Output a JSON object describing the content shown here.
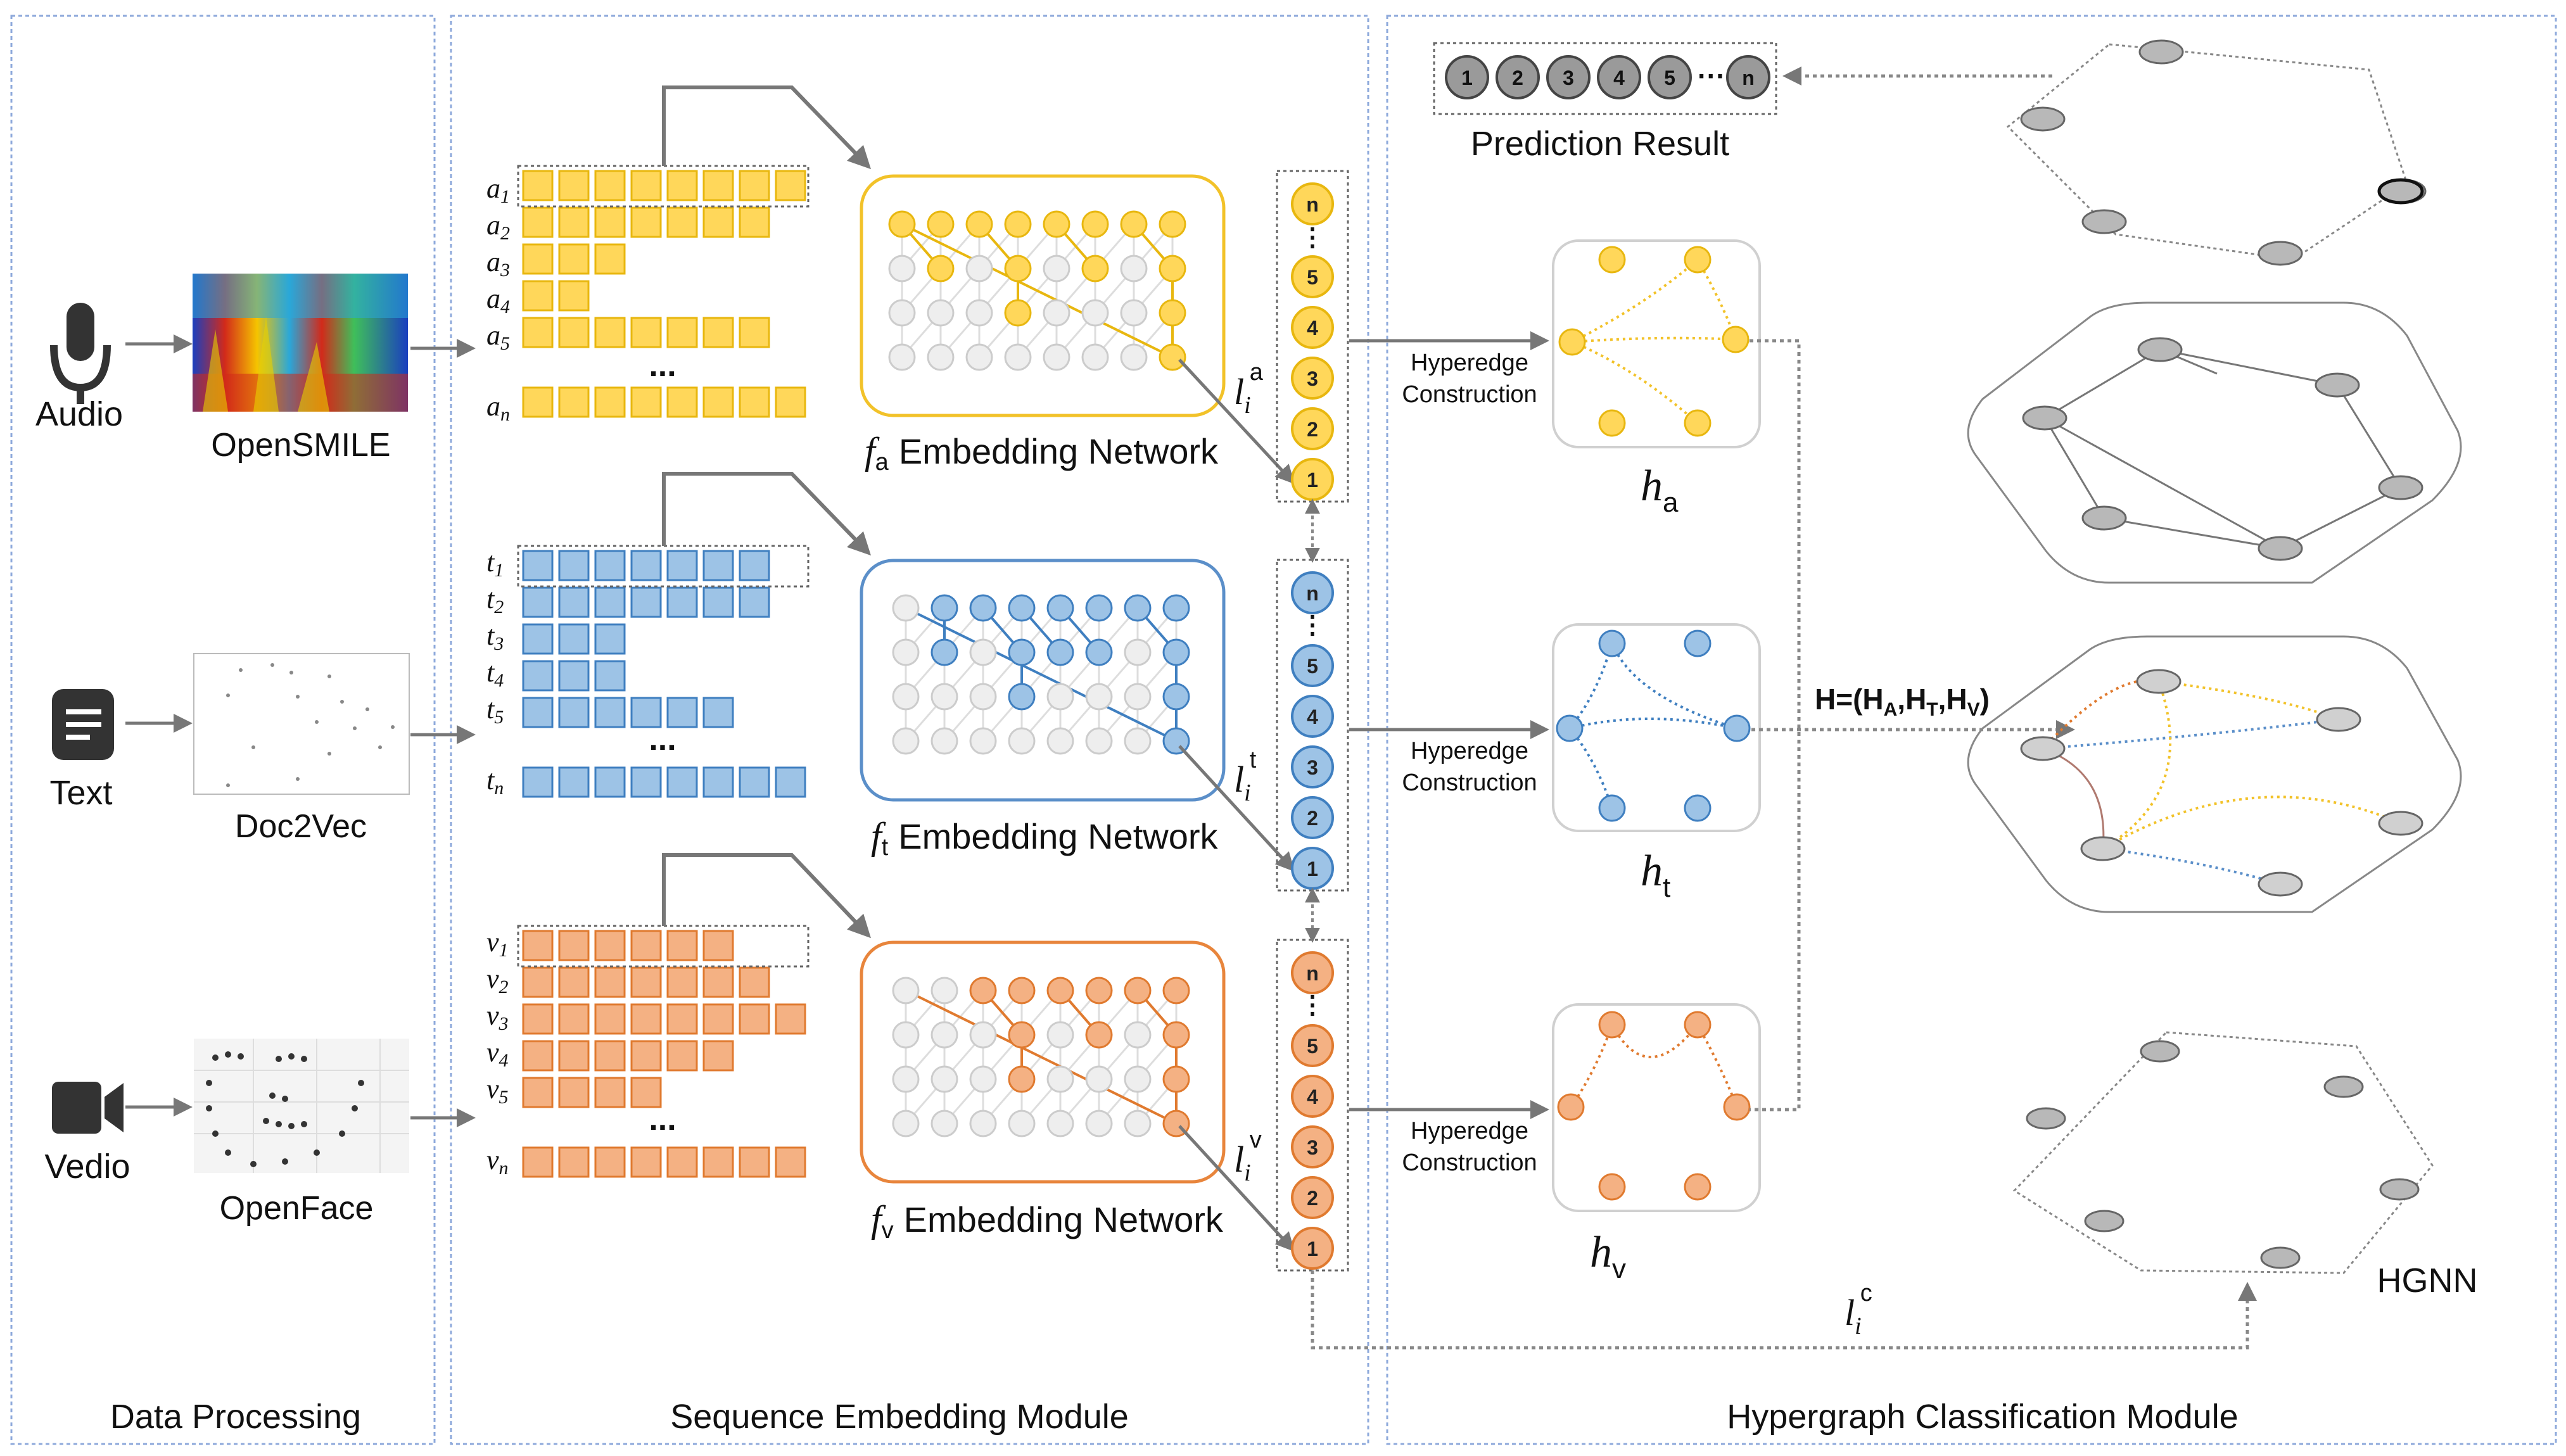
{
  "panels": {
    "data_processing": "Data Processing",
    "sequence_embedding": "Sequence Embedding Module",
    "hypergraph_classification": "Hypergraph Classification Module"
  },
  "inputs": {
    "audio": {
      "label": "Audio",
      "tool": "OpenSMILE"
    },
    "text": {
      "label": "Text",
      "tool": "Doc2Vec"
    },
    "video": {
      "label": "Vedio",
      "tool": "OpenFace"
    }
  },
  "sequences": {
    "audio": {
      "var": "a",
      "subs": [
        "1",
        "2",
        "3",
        "4",
        "5",
        "n"
      ]
    },
    "text": {
      "var": "t",
      "subs": [
        "1",
        "2",
        "3",
        "4",
        "5",
        "n"
      ]
    },
    "video": {
      "var": "v",
      "subs": [
        "1",
        "2",
        "3",
        "4",
        "5",
        "n"
      ]
    },
    "ellipsis": "..."
  },
  "networks": {
    "audio": {
      "f": "f",
      "sub": "a",
      "text": "Embedding Network"
    },
    "text": {
      "f": "f",
      "sub": "t",
      "text": "Embedding Network"
    },
    "video": {
      "f": "f",
      "sub": "v",
      "text": "Embedding Network"
    }
  },
  "outputs": {
    "nodes": [
      "n",
      "5",
      "4",
      "3",
      "2",
      "1"
    ],
    "vdots": "⋮",
    "l_base": "l",
    "l_sub": "i",
    "l_sups": [
      "a",
      "t",
      "v",
      "c"
    ]
  },
  "hyperedge": {
    "line1": "Hyperedge",
    "line2": "Construction",
    "h_base": "h",
    "h_subs": [
      "a",
      "t",
      "v"
    ]
  },
  "prediction": {
    "label": "Prediction Result",
    "nodes": [
      "1",
      "2",
      "3",
      "4",
      "5",
      "n"
    ],
    "ellipsis": "···"
  },
  "formula": {
    "prefix": "H=(H",
    "s1": "A",
    "comma1": ",H",
    "s2": "T",
    "comma2": ",H",
    "s3": "V",
    "suffix": ")"
  },
  "hgnn_label": "HGNN",
  "colors": {
    "audio_fill": "#FFD75A",
    "audio_stroke": "#E8B70F",
    "text_fill": "#9DC3E6",
    "text_stroke": "#3F7FC0",
    "video_fill": "#F4B183",
    "video_stroke": "#E07A2F",
    "gray_node": "#B8B8B8",
    "panel_border": "#8EA9DB"
  }
}
